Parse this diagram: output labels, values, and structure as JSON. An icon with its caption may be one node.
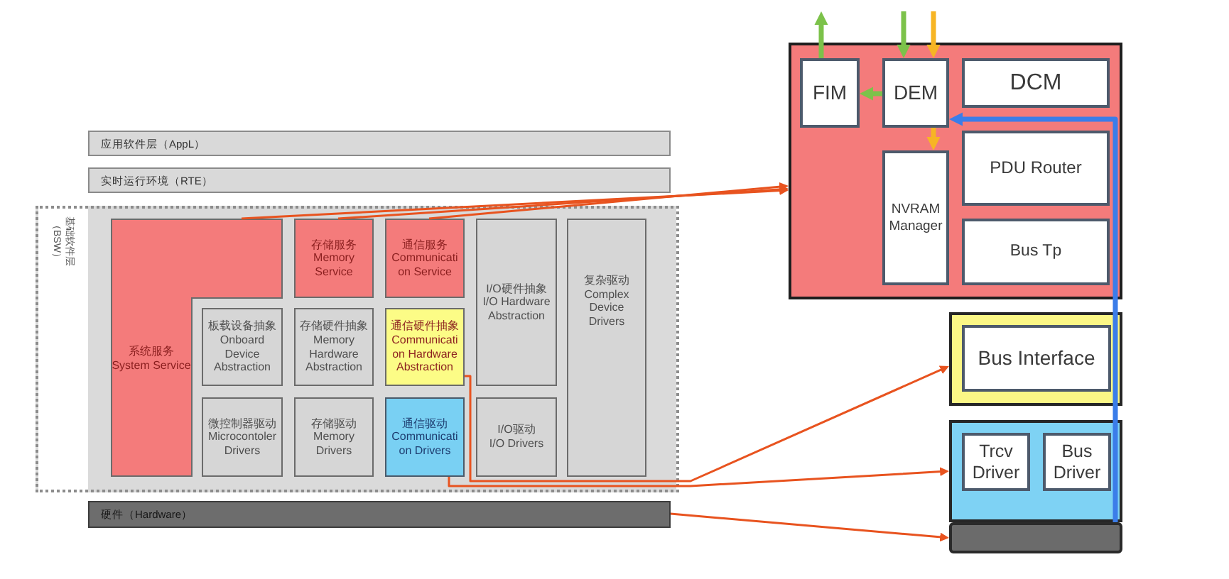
{
  "diagram": {
    "nodes": [
      {
        "text": [
          "应用软件层（AppL）"
        ]
      },
      {
        "text": [
          "实时运行环境（RTE）"
        ]
      },
      {
        "text": [
          "基础软件层（BSW）"
        ]
      },
      {
        "text": [
          "系统服务",
          "System Service"
        ],
        "in": 2
      },
      {
        "text": [
          "存储服务",
          "Memory Service"
        ],
        "in": 2
      },
      {
        "text": [
          "通信服务",
          "Communication Service"
        ],
        "in": 2
      },
      {
        "text": [
          "I/O硬件抽象",
          "I/O Hardware Abstraction"
        ],
        "in": 2
      },
      {
        "text": [
          "复杂驱动",
          "Complex Device Drivers"
        ],
        "in": 2
      },
      {
        "text": [
          "板载设备抽象",
          "Onboard Device Abstraction"
        ],
        "in": 2
      },
      {
        "text": [
          "存储硬件抽象",
          "Memory Hardware Abstraction"
        ],
        "in": 2
      },
      {
        "text": [
          "通信硬件抽象",
          "Communication Hardware Abstraction"
        ],
        "in": 2
      },
      {
        "text": [
          "微控制器驱动",
          "Microcontoler Drivers"
        ],
        "in": 2
      },
      {
        "text": [
          "存储驱动",
          "Memory Drivers"
        ],
        "in": 2
      },
      {
        "text": [
          "通信驱动",
          "Communication Drivers"
        ],
        "in": 2
      },
      {
        "text": [
          "I/O驱动",
          "I/O Drivers"
        ],
        "in": 2
      },
      {
        "text": [
          "硬件（Hardware）"
        ]
      },
      {
        "text": [],
        "shape": "box"
      },
      {
        "text": [
          "FIM"
        ],
        "in": 16
      },
      {
        "text": [
          "DEM"
        ],
        "in": 16
      },
      {
        "text": [
          "DCM"
        ],
        "in": 16
      },
      {
        "text": [
          "NVRAM Manager"
        ],
        "in": 16
      },
      {
        "text": [
          "PDU Router"
        ],
        "in": 16
      },
      {
        "text": [
          "Bus Tp"
        ],
        "in": 16
      },
      {
        "text": [],
        "shape": "box"
      },
      {
        "text": [
          "Bus Interface"
        ],
        "in": 23
      },
      {
        "text": [],
        "shape": "box"
      },
      {
        "text": [
          "Trcv Driver"
        ],
        "in": 25
      },
      {
        "text": [
          "Bus Driver"
        ],
        "in": 25
      },
      {
        "text": [],
        "shape": "bar"
      }
    ],
    "edges": [
      {
        "from": 3,
        "to": 16,
        "arrow": "to"
      },
      {
        "from": 4,
        "to": 16,
        "arrow": "to"
      },
      {
        "from": 5,
        "to": 16,
        "arrow": "to"
      },
      {
        "from": 10,
        "to": 23,
        "arrow": "to"
      },
      {
        "from": 13,
        "to": 25,
        "arrow": "to"
      },
      {
        "from": 15,
        "to": 28,
        "arrow": "to"
      },
      {
        "from": 17,
        "to": null,
        "arrow": "to",
        "style": "thick",
        "color": "#7cc24a"
      },
      {
        "from": null,
        "to": 18,
        "arrow": "to",
        "style": "thick",
        "color": "#7cc24a"
      },
      {
        "from": 18,
        "to": 17,
        "arrow": "to",
        "style": "thick",
        "color": "#7cc24a"
      },
      {
        "from": null,
        "to": 18,
        "arrow": "to",
        "style": "thick",
        "color": "#f7b524"
      },
      {
        "from": 18,
        "to": 20,
        "arrow": "to",
        "style": "thick",
        "color": "#f7b524"
      },
      {
        "from": 28,
        "to": 18,
        "arrow": "to",
        "style": "thick",
        "color": "#3b7de9"
      }
    ]
  }
}
